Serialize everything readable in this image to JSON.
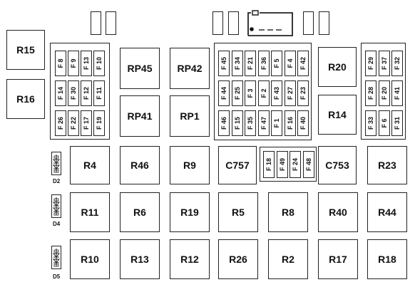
{
  "relays": {
    "R15": "R15",
    "R16": "R16",
    "RP45": "RP45",
    "RP42": "RP42",
    "RP41": "RP41",
    "RP1": "RP1",
    "R20": "R20",
    "R14": "R14",
    "R4": "R4",
    "R46": "R46",
    "R9": "R9",
    "C757": "C757",
    "C753": "C753",
    "R23": "R23",
    "R11": "R11",
    "R6": "R6",
    "R19": "R19",
    "R5": "R5",
    "R8": "R8",
    "R40": "R40",
    "R44": "R44",
    "R10": "R10",
    "R13": "R13",
    "R12": "R12",
    "R26": "R26",
    "R2": "R2",
    "R17": "R17",
    "R18": "R18"
  },
  "fuse_groups": {
    "left": [
      [
        "F 8",
        "F 9",
        "F 13",
        "F 10"
      ],
      [
        "F 14",
        "F 30",
        "F 12",
        "F 11"
      ],
      [
        "F 26",
        "F 22",
        "F 17",
        "F 19"
      ]
    ],
    "middle": [
      [
        "F 45",
        "F 34",
        "F 21",
        "F 36",
        "F 5",
        "F 4",
        "F 42"
      ],
      [
        "F 44",
        "F 25",
        "F 3",
        "F 2",
        "F 43",
        "F 27",
        "F 23"
      ],
      [
        "F 46",
        "F 15",
        "F 35",
        "F 47",
        "F 1",
        "F 16",
        "F 40"
      ]
    ],
    "right": [
      [
        "F 29",
        "F 37",
        "F 32"
      ],
      [
        "F 28",
        "F 20",
        "F 41"
      ],
      [
        "F 33",
        "F 6",
        "F 31"
      ]
    ],
    "bottom": [
      "F 18",
      "F 49",
      "F 24",
      "F 48"
    ]
  },
  "diodes": {
    "D2": "D2",
    "D4": "D4",
    "D5": "D5"
  }
}
